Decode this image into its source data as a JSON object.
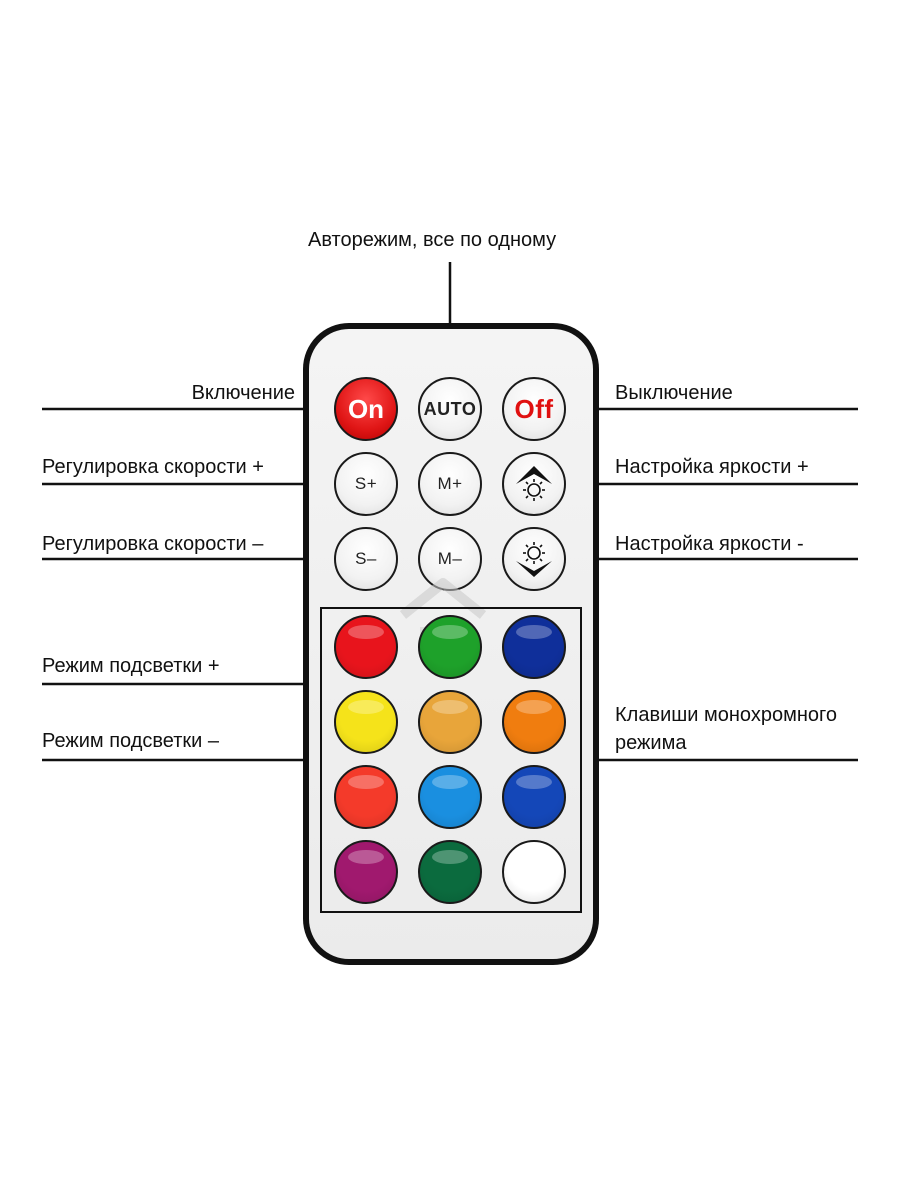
{
  "labels": {
    "auto_mode": "Авторежим, все по одному",
    "power_on": "Включение",
    "power_off": "Выключение",
    "speed_up": "Регулировка скорости +",
    "speed_down": "Регулировка скорости –",
    "brightness_up": "Настройка яркости +",
    "brightness_down": "Настройка яркости -",
    "mode_up": "Режим подсветки +",
    "mode_down": "Режим подсветки –",
    "mono_keys": "Клавиши монохромного режима"
  },
  "buttons": {
    "on": "On",
    "auto": "AUTO",
    "off": "Off",
    "s_plus": "S+",
    "m_plus": "M+",
    "s_minus": "S–",
    "m_minus": "M–"
  },
  "icons": {
    "brightness_up": "sun-arrow-up-icon",
    "brightness_down": "sun-arrow-down-icon"
  },
  "color_keys": [
    "#e8141c",
    "#1ea12a",
    "#0f2f9a",
    "#f5e31a",
    "#e8a53a",
    "#f07d0f",
    "#f43a2a",
    "#1a8fe0",
    "#1447b8",
    "#a0196e",
    "#0b6b3e",
    "#ffffff"
  ],
  "colors": {
    "remote_body": "#111111",
    "remote_face": "#f0f0f0",
    "on_button": "#e01616",
    "off_text": "#e01010"
  }
}
